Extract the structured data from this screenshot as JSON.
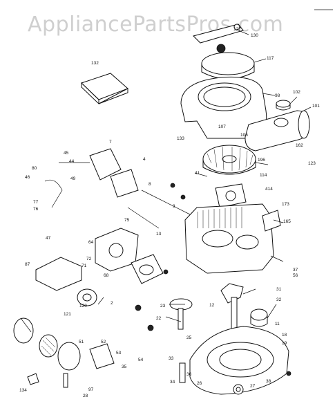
{
  "watermark": "AppliancePartsPros.com",
  "diagram": {
    "callouts": [
      "127",
      "130",
      "117",
      "132",
      "98",
      "102",
      "101",
      "107",
      "106",
      "133",
      "162",
      "123",
      "45",
      "44",
      "4",
      "7",
      "196",
      "114",
      "414",
      "41",
      "46",
      "80",
      "49",
      "77",
      "76",
      "8",
      "3",
      "173",
      "165",
      "47",
      "75",
      "13",
      "64",
      "72",
      "71",
      "68",
      "87",
      "120",
      "121",
      "2",
      "37",
      "56",
      "31",
      "32",
      "12",
      "11",
      "23",
      "22",
      "25",
      "51",
      "52",
      "53",
      "54",
      "33",
      "97",
      "35",
      "36",
      "34",
      "26",
      "38",
      "27",
      "134",
      "28",
      "18",
      "19"
    ]
  }
}
